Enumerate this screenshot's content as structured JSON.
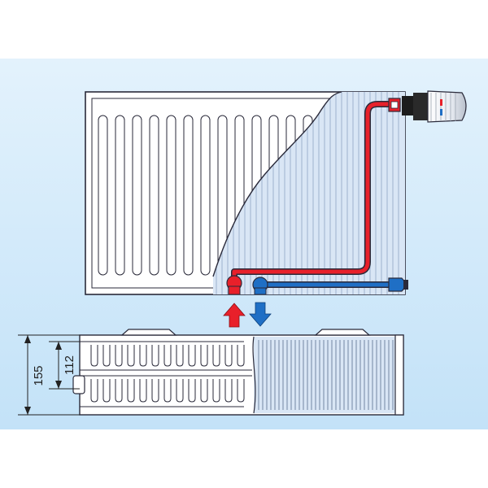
{
  "diagram": {
    "dimensions": {
      "inner_height": "112",
      "outer_height": "155"
    },
    "flow": {
      "supply": "hot-water-supply-arrow",
      "return": "cold-water-return-arrow"
    },
    "colors": {
      "background_top": "#dff0fb",
      "background_bottom": "#bfe0f7",
      "outline": "#2a2a3a",
      "panel_fill": "#ffffff",
      "cutaway_fill": "#d9e6f5",
      "hot_pipe": "#e8202a",
      "cold_pipe": "#1f6fc5",
      "valve_dark": "#1c1c1c"
    }
  }
}
